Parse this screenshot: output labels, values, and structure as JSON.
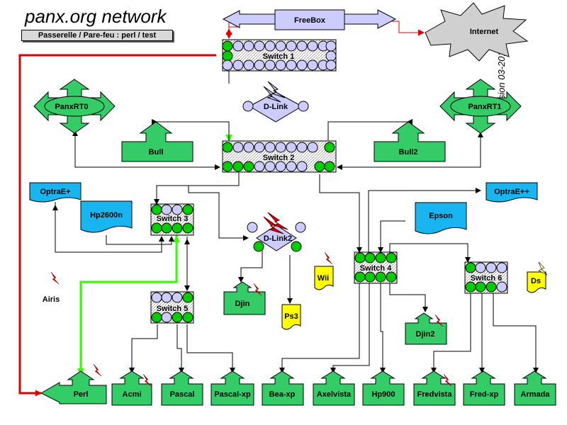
{
  "title": "panx.org network",
  "subtitle": "Passerelle / Pare-feu : perl  / test",
  "version": "Version 03-2010",
  "nodes": {
    "freebox": "FreeBox",
    "internet": "Internet",
    "switch1": "Switch 1",
    "dlink": "D-Link",
    "panxrt0": "PanxRT0",
    "panxrt1": "PanxRT1",
    "bull": "Bull",
    "bull2": "Bull2",
    "switch2": "Switch 2",
    "optrae_plus": "OptraE+",
    "optrae_plusplus": "OptraE++",
    "hp2600n": "Hp2600n",
    "switch3": "Switch 3",
    "dlink2": "D-Link2",
    "epson": "Epson",
    "switch4": "Switch 4",
    "switch6": "Switch 6",
    "wii": "Wii",
    "ds": "Ds",
    "airis": "Airis",
    "switch5": "Switch 5",
    "djin": "Djin",
    "ps3": "Ps3",
    "djin2": "Djin2",
    "perl": "Perl",
    "acmi": "Acmi",
    "pascal": "Pascal",
    "pascal_xp": "Pascal-xp",
    "bea_xp": "Bea-xp",
    "axelvista": "Axelvista",
    "hp900": "Hp900",
    "fredvista": "Fredvista",
    "fred_xp": "Fred-xp",
    "armada": "Armada"
  },
  "colors": {
    "green_node": "#33cc66",
    "blue_printer": "#19b5f0",
    "yellow_console": "#ffff00",
    "switch_fill": "#ccccff",
    "port_active": "#00cc00",
    "link_red": "#dd0000",
    "link_green": "#33ff00"
  }
}
